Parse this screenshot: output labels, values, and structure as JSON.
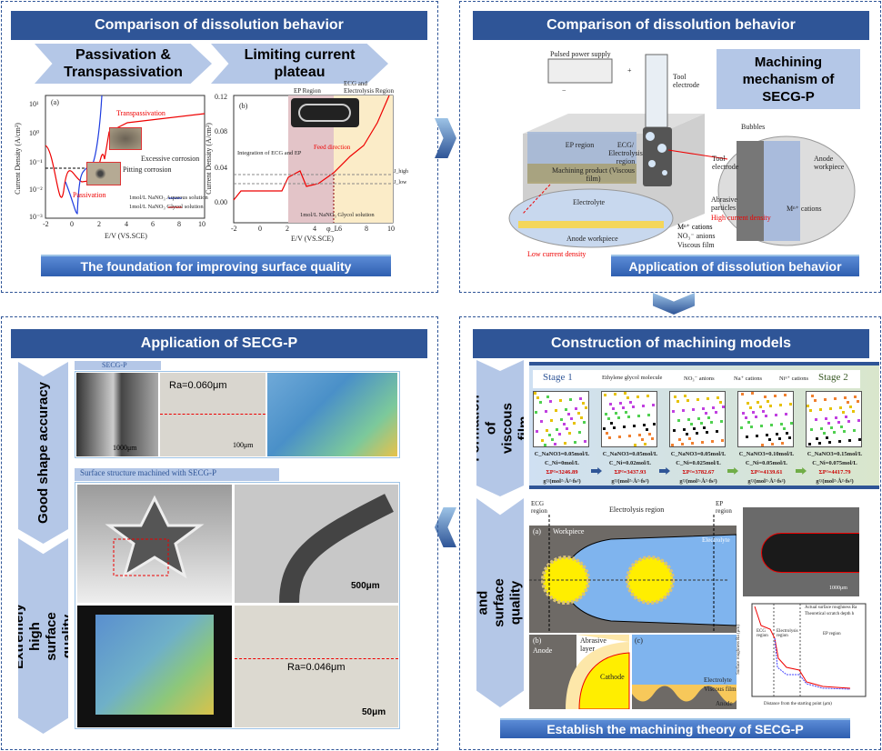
{
  "top_left": {
    "header": "Comparison of dissolution behavior",
    "chevron1": "Passivation & Transpassivation",
    "chevron2": "Limiting current plateau",
    "footer": "The foundation for improving surface quality",
    "chart_a": {
      "label": "(a)",
      "ylabel": "Current Density (A/cm²)",
      "xlabel": "E/V (VS.SCE)",
      "yticks": [
        "10¹",
        "10⁰",
        "10⁻¹",
        "10⁻²",
        "10⁻³"
      ],
      "xticks": [
        "-2",
        "0",
        "2",
        "4",
        "6",
        "8",
        "10"
      ],
      "annotations": [
        "Transpassivation",
        "Excessive corrosion",
        "Pitting corrosion",
        "Passivation"
      ],
      "legend": [
        "1mol/L NaNO₃ Aqueous solution",
        "1mol/L NaNO₃ Glycol solution"
      ]
    },
    "chart_b": {
      "label": "(b)",
      "ylabel": "Current Density (A/cm²)",
      "xlabel": "E/V (VS.SCE)",
      "yticks": [
        "0.12",
        "0.08",
        "0.04",
        "0.00"
      ],
      "xticks": [
        "-2",
        "0",
        "2",
        "4",
        "6",
        "8",
        "10"
      ],
      "regions": [
        "EP Region",
        "ECG and Electrolysis Region"
      ],
      "annotations": [
        "Integration of ECG and EP",
        "Feed direction",
        "J_high",
        "J_low",
        "φ_L"
      ],
      "legend": "1mol/L NaNO₃ Glycol solution"
    }
  },
  "top_right": {
    "header": "Comparison of dissolution behavior",
    "mechanism": "Machining mechanism of SECG-P",
    "footer": "Application of dissolution behavior",
    "labels": {
      "power": "Pulsed power supply",
      "plus": "+",
      "minus": "−",
      "tool": "Tool electrode",
      "ep": "EP region",
      "ecg": "ECG/ Electrolysis region",
      "product": "Machining product (Viscous film)",
      "electrolyte": "Electrolyte",
      "anode": "Anode workpiece",
      "low": "Low current density",
      "bubbles": "Bubbles",
      "tool2": "Tool electrode",
      "anode2": "Anode workpiece",
      "abrasive": "Abrasive particles",
      "high": "High current density",
      "mn": "Mⁿ⁺ cations",
      "legend": [
        "Mⁿ⁺ cations",
        "NO₃⁻ anions",
        "Viscous film"
      ]
    }
  },
  "bottom_left": {
    "header": "Application of SECG-P",
    "side1": "Good shape accuracy",
    "side2": "Extremely high surface quality",
    "secgp": "SECG-P",
    "ra1": "Ra=0.060μm",
    "scale1": "1000μm",
    "scale2": "100μm",
    "structure": "Surface structure machined with SECG-P",
    "scale3": "500μm",
    "ra2": "Ra=0.046μm",
    "scale4": "50μm"
  },
  "bottom_right": {
    "header": "Construction of machining models",
    "side1": "Formation of viscous film",
    "side2": "MMR and surface quality Models",
    "footer": "Establish the machining theory of SECG-P",
    "md": {
      "stage1": "Stage 1",
      "stage2": "Stage 2",
      "legend": [
        "Ethylene glycol molecule",
        "NO₃⁻ anions",
        "Na⁺ cations",
        "Niⁿ⁺ cations"
      ],
      "states": [
        {
          "c1": "C_NaNO3=0.05mol/L",
          "c2": "C_Ni=0mol/L",
          "e": "ΣP²=3246.89",
          "u": "g²/(mol²·Å²·fs²)"
        },
        {
          "c1": "C_NaNO3=0.05mol/L",
          "c2": "C_Ni=0.02mol/L",
          "e": "ΣP²=3437.93",
          "u": "g²/(mol²·Å²·fs²)"
        },
        {
          "c1": "C_NaNO3=0.05mol/L",
          "c2": "C_Ni=0.025mol/L",
          "e": "ΣP²=3782.67",
          "u": "g²/(mol²·Å²·fs²)"
        },
        {
          "c1": "C_NaNO3=0.10mol/L",
          "c2": "C_Ni=0.05mol/L",
          "e": "ΣP²=4139.61",
          "u": "g²/(mol²·Å²·fs²)"
        },
        {
          "c1": "C_NaNO3=0.15mol/L",
          "c2": "C_Ni=0.075mol/L",
          "e": "ΣP²=4417.79",
          "u": "g²/(mol²·Å²·fs²)"
        }
      ]
    },
    "model": {
      "ecg": "ECG region",
      "electrolysis": "Electrolysis region",
      "ep": "EP region",
      "a": "(a)",
      "workpiece": "Workpiece",
      "electrolyte": "Electrolyte",
      "b": "(b)",
      "anode": "Anode",
      "abrasive": "Abrasive layer",
      "cathode": "Cathode",
      "c": "(c)",
      "electrolyte2": "Electrolyte",
      "film": "Viscous film",
      "anode2": "Anode",
      "scale": "1000μm"
    },
    "rough": {
      "legend": [
        "Actual surface roughness Ra",
        "Theoretical scratch depth h"
      ],
      "regions": [
        "ECG region",
        "Electrolysis region",
        "EP region"
      ],
      "xlabel": "Distance from the starting point (μm)",
      "ylabel": "Surface roughness Ra (μm)"
    }
  }
}
